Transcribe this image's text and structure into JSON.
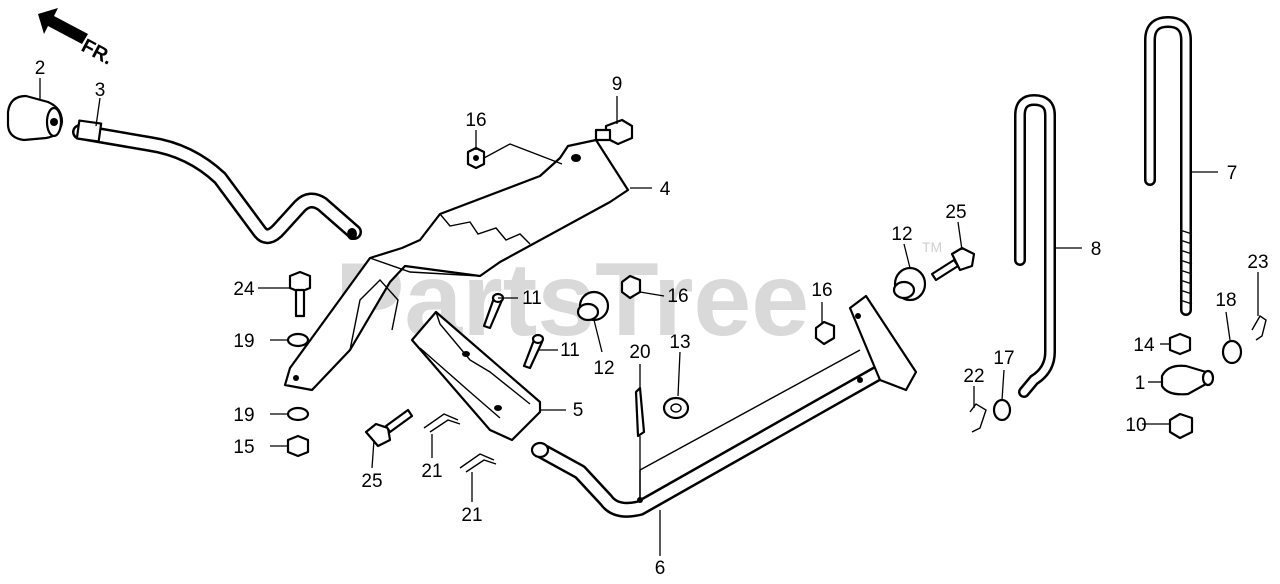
{
  "watermark": {
    "text": "PartsTree",
    "trademark": "TM"
  },
  "direction_label": "FR.",
  "callouts": {
    "c1": "1",
    "c2": "2",
    "c3": "3",
    "c4": "4",
    "c5": "5",
    "c6": "6",
    "c7": "7",
    "c8": "8",
    "c9": "9",
    "c10": "10",
    "c11a": "11",
    "c11b": "11",
    "c12a": "12",
    "c12b": "12",
    "c13": "13",
    "c14": "14",
    "c15": "15",
    "c16a": "16",
    "c16b": "16",
    "c16c": "16",
    "c17": "17",
    "c18": "18",
    "c19a": "19",
    "c19b": "19",
    "c20": "20",
    "c21a": "21",
    "c21b": "21",
    "c22": "22",
    "c23": "23",
    "c24": "24",
    "c25a": "25",
    "c25b": "25"
  }
}
